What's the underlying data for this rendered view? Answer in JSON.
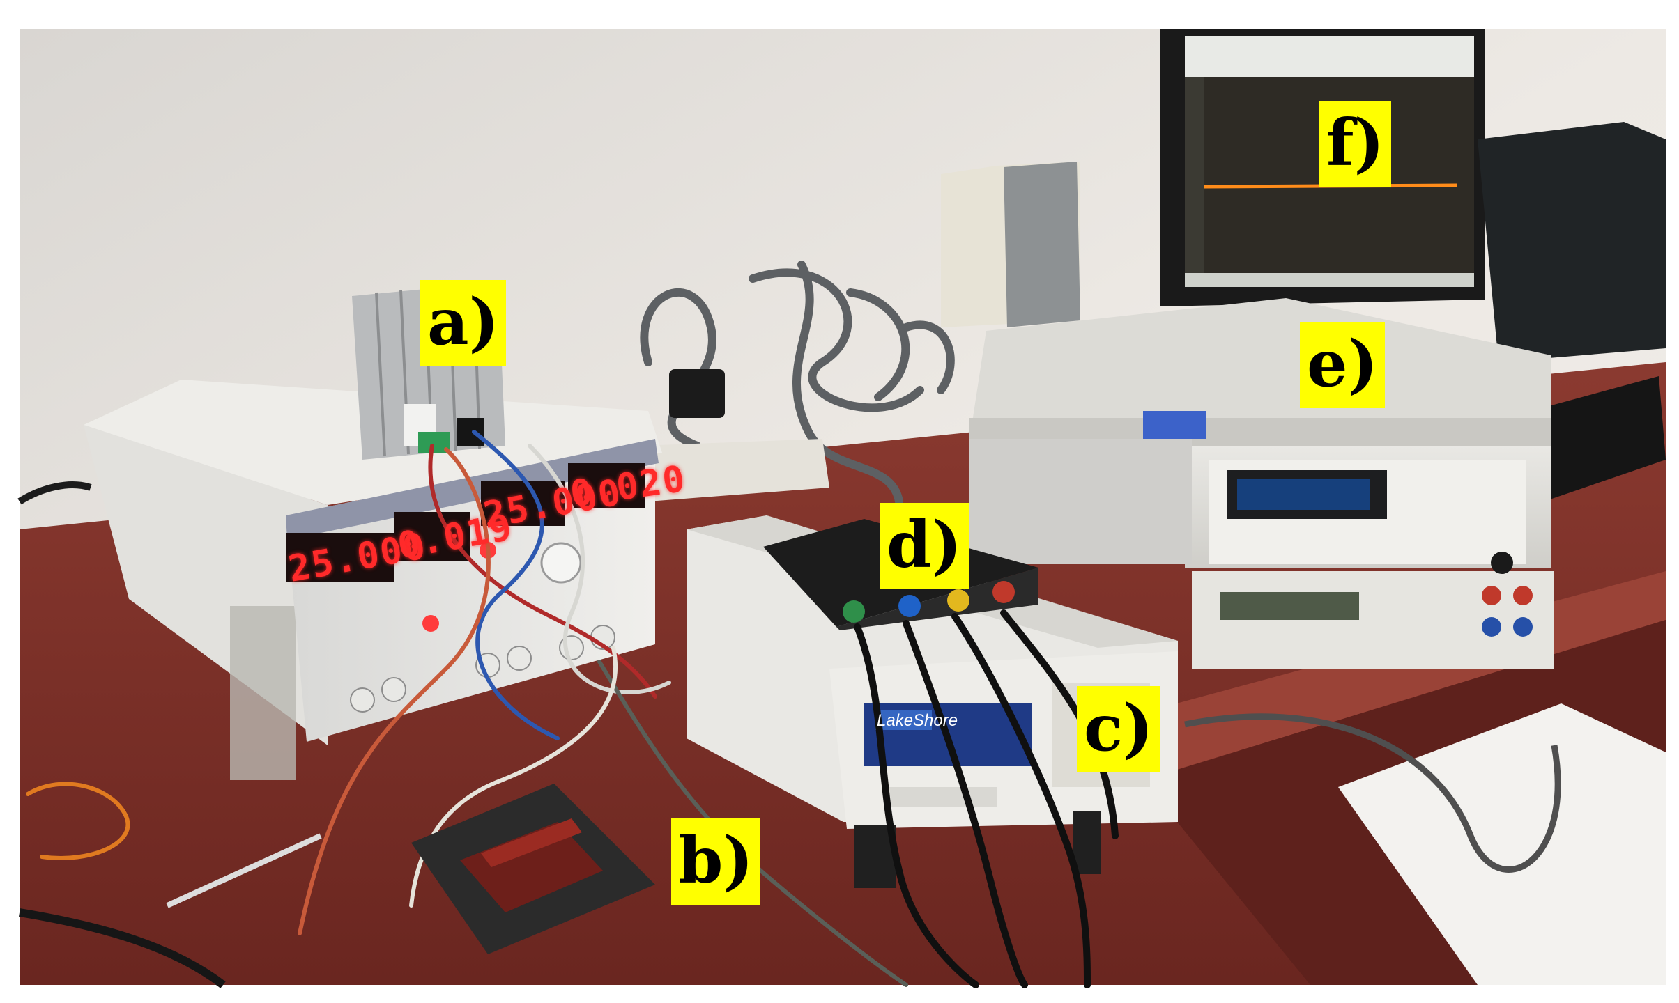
{
  "labels": {
    "a": "a)",
    "b": "b)",
    "c": "c)",
    "d": "d)",
    "e": "e)",
    "f": "f)"
  },
  "power_supply": {
    "ch1_voltage": "25.000",
    "ch1_current": "0.019",
    "ch2_voltage": "25.000",
    "ch2_current": "0.020"
  },
  "lakeshore": {
    "brand": "LakeShore"
  },
  "colors": {
    "label_bg": "#ffff00",
    "label_text": "#000000",
    "display_red": "#ff2a2a",
    "table_red": "#7a2e26",
    "wall": "#ebe7e2"
  }
}
